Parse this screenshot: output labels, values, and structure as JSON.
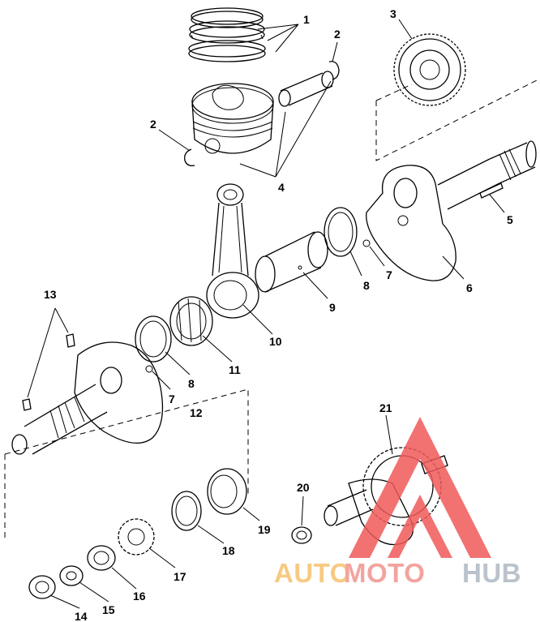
{
  "diagram": {
    "callouts": [
      "1",
      "2",
      "3",
      "2",
      "4",
      "5",
      "6",
      "7",
      "8",
      "9",
      "10",
      "11",
      "8",
      "7",
      "13",
      "12",
      "20",
      "21",
      "19",
      "18",
      "17",
      "16",
      "15",
      "14"
    ]
  },
  "watermark": {
    "text_auto": "AUTO",
    "text_moto": "MOTO",
    "text_hub": "HUB",
    "colors": {
      "auto": "#f6c16c",
      "moto": "#f2948f",
      "hub": "#aeb8c2",
      "triangle": "#f05a5a"
    }
  }
}
